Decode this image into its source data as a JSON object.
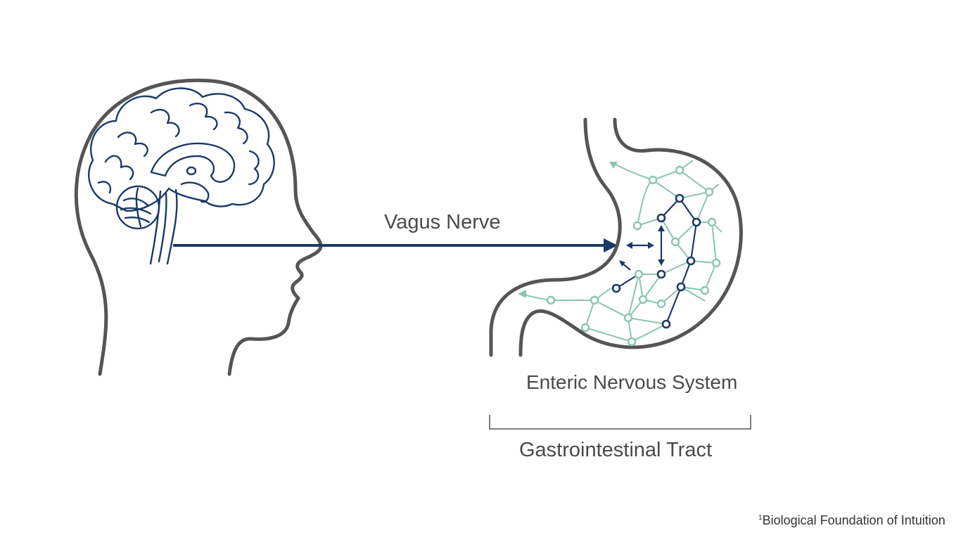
{
  "labels": {
    "vagus_nerve": "Vagus Nerve",
    "enteric_nervous_system": "Enteric Nervous System",
    "gastrointestinal_tract": "Gastrointestinal Tract"
  },
  "footnote": {
    "marker": "1",
    "text": "Biological Foundation of Intuition"
  },
  "colors": {
    "outline": "#555555",
    "brain": "#1b3a66",
    "nerve": "#1b3a66",
    "network_light": "#8cc4b4",
    "network_dark": "#1b3a66",
    "text": "#4a4a4a"
  },
  "icons": {
    "head": "head-profile-icon",
    "brain": "brain-icon",
    "stomach": "stomach-icon"
  }
}
